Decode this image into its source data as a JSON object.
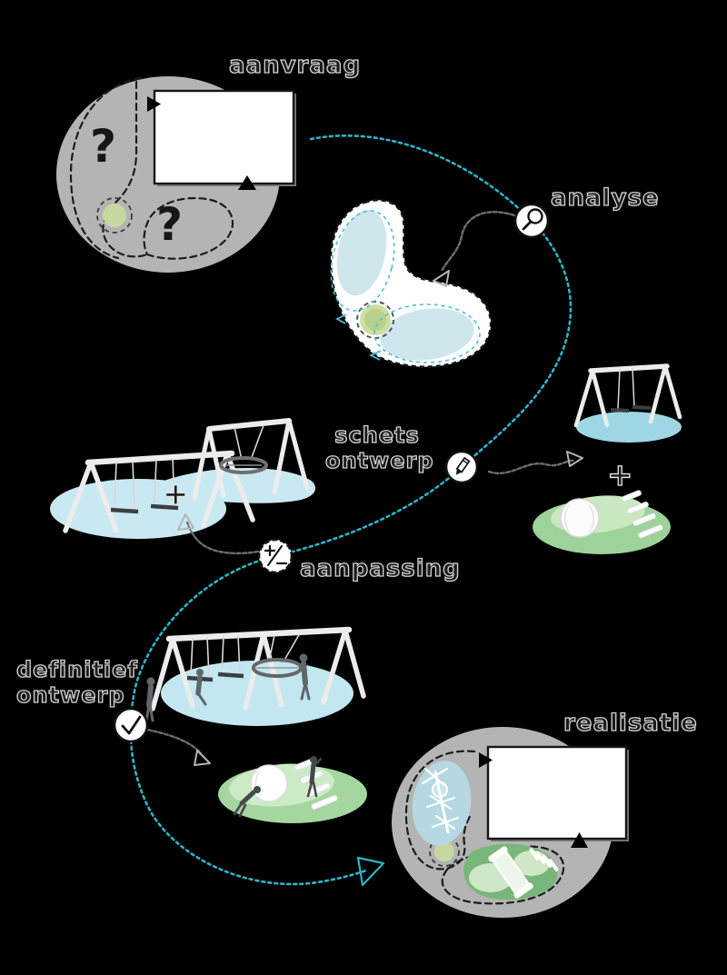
{
  "diagram": {
    "background": "#000000",
    "stages": {
      "aanvraag": {
        "label": "aanvraag"
      },
      "analyse": {
        "label": "analyse"
      },
      "schets_ontwerp": {
        "line1": "schets",
        "line2": "ontwerp"
      },
      "aanpassing": {
        "label": "aanpassing"
      },
      "definitief_ontwerp": {
        "line1": "definitief",
        "line2": "ontwerp"
      },
      "realisatie": {
        "label": "realisatie"
      }
    },
    "symbols": {
      "question_mark": "?",
      "plus": "+"
    },
    "icons": {
      "analyse": "magnifier-icon",
      "schets_ontwerp": "pencil-icon",
      "aanpassing": "plus-minus-icon",
      "definitief_ontwerp": "checkmark-icon"
    },
    "colors": {
      "accent_teal": "#2fb3c6",
      "blob_gray": "#b4b4b4",
      "light_blue": "#c9e9f2",
      "sky_blue": "#9fd6e4",
      "pale_blue": "#cfe6ed",
      "grass_green": "#9ed29b",
      "dark_green": "#79b679",
      "olive_green": "#c6d8a0",
      "white": "#ffffff"
    }
  }
}
